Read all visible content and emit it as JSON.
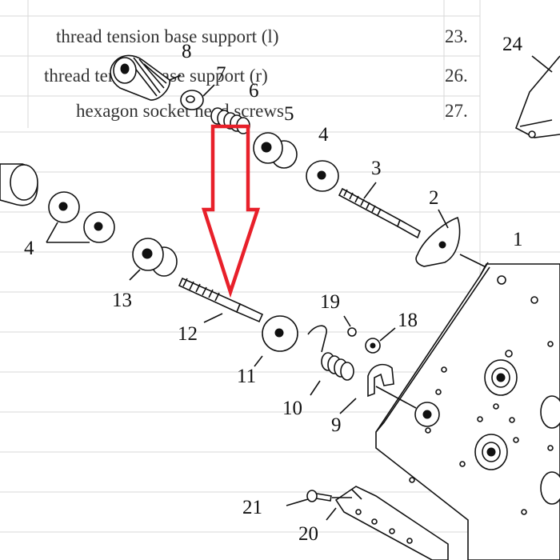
{
  "legend": {
    "rows": [
      {
        "number": "23.",
        "text": "thread tension base support (l)"
      },
      {
        "number": "26.",
        "text": "thread tension base support (r)"
      },
      {
        "number": "27.",
        "text": "hexagon socket head screws"
      }
    ]
  },
  "callouts": {
    "p1": "1",
    "p2": "2",
    "p3": "3",
    "p4a": "4",
    "p4b": "4",
    "p5": "5",
    "p6": "6",
    "p7": "7",
    "p8": "8",
    "p9": "9",
    "p10": "10",
    "p11": "11",
    "p12": "12",
    "p13": "13",
    "p18": "18",
    "p19": "19",
    "p20": "20",
    "p21": "21",
    "p24": "24"
  },
  "colors": {
    "highlight_arrow": "#e8202a",
    "line_art": "#111111",
    "background": "#ffffff"
  },
  "highlight": {
    "icon": "down-arrow-icon",
    "points_to_part": "12"
  }
}
